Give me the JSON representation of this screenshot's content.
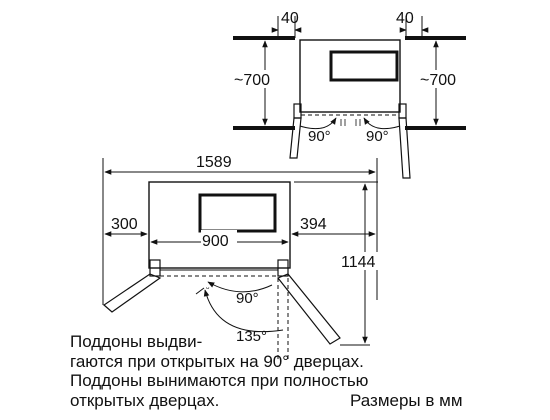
{
  "top_view": {
    "clearance_left": "40",
    "clearance_right": "40",
    "depth_left": "~700",
    "depth_right": "~700",
    "door_angle_left": "90°",
    "door_angle_right": "90°"
  },
  "plan_view": {
    "total_width": "1589",
    "left_door_swing": "300",
    "cabinet_width": "900",
    "right_door_swing": "394",
    "total_depth": "1144",
    "door_angle": "90°",
    "door_angle_full": "135°"
  },
  "notes": {
    "lines": [
      "Поддоны выдви-",
      "гаются при открытых на 90° дверцах.",
      "Поддоны вынимаются при полностью",
      "открытых дверцах."
    ],
    "units": "Размеры в мм"
  }
}
